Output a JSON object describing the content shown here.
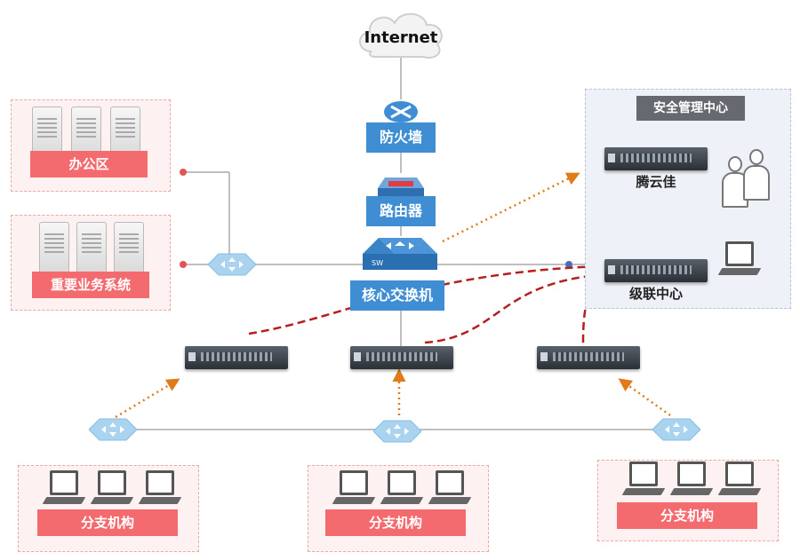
{
  "internet_label": "Internet",
  "firewall_label": "防火墙",
  "router_label": "路由器",
  "core_switch_label": "核心交换机",
  "core_switch_badge": "SW",
  "office_label": "办公区",
  "business_label": "重要业务系统",
  "mgmt_center_label": "安全管理中心",
  "tengyunjia_label": "腾云佳",
  "cascade_center_label": "级联中心",
  "branches": [
    {
      "label": "分支机构"
    },
    {
      "label": "分支机构"
    },
    {
      "label": "分支机构"
    }
  ],
  "colors": {
    "zone_fill": "#fdf1f1",
    "zone_border": "#e9a9a9",
    "red_label": "#f46b6f",
    "blue_label": "#3f8dd2",
    "gray_label": "#666a70",
    "mgmt_fill": "#eef2f8",
    "dashed_red_arrow": "#b51f1f",
    "dotted_orange_arrow": "#e07b1a",
    "switch_blue": "#aad3f0",
    "link_line": "#aaaaaa"
  }
}
